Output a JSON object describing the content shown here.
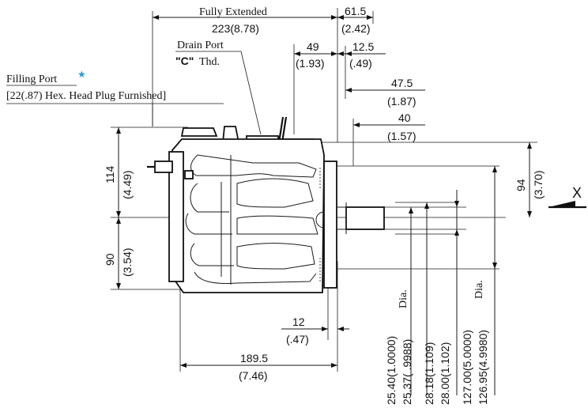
{
  "dimensions": {
    "fully_extended_label": "Fully Extended",
    "fully_extended_value": "223(8.78)",
    "top_right_mm": "61.5",
    "top_right_in": "(2.42)",
    "drain_port_label": "Drain Port",
    "drain_port_thread_letter": "\"C\"",
    "drain_port_thread_suffix": "Thd.",
    "d49_mm": "49",
    "d49_in": "(1.93)",
    "d12_5_mm": "12.5",
    "d12_5_in": "(.49)",
    "d47_5_mm": "47.5",
    "d47_5_in": "(1.87)",
    "d40_mm": "40",
    "d40_in": "(1.57)",
    "filling_port_label": "Filling Port",
    "filling_port_star": "★",
    "filling_port_note": "[22(.87) Hex. Head Plug Furnished]",
    "left_upper_mm": "114",
    "left_upper_in": "(4.49)",
    "left_lower_mm": "90",
    "left_lower_in": "(3.54)",
    "right_mm": "94",
    "right_in": "(3.70)",
    "view_label": "X",
    "d12_mm": "12",
    "d12_in": "(.47)",
    "d189_mm": "189.5",
    "d189_in": "(7.46)",
    "shaft_dia_1": "25.40(1.0000)",
    "shaft_dia_2": "25.37( .9988)",
    "dia_label_1": "Dia.",
    "pilot_1": "28.18(1.109)",
    "pilot_2": "28.00(1.102)",
    "flange_dia_1": "127.00(5.0000)",
    "flange_dia_2": "126.95(4.9980)",
    "dia_label_2": "Dia."
  }
}
